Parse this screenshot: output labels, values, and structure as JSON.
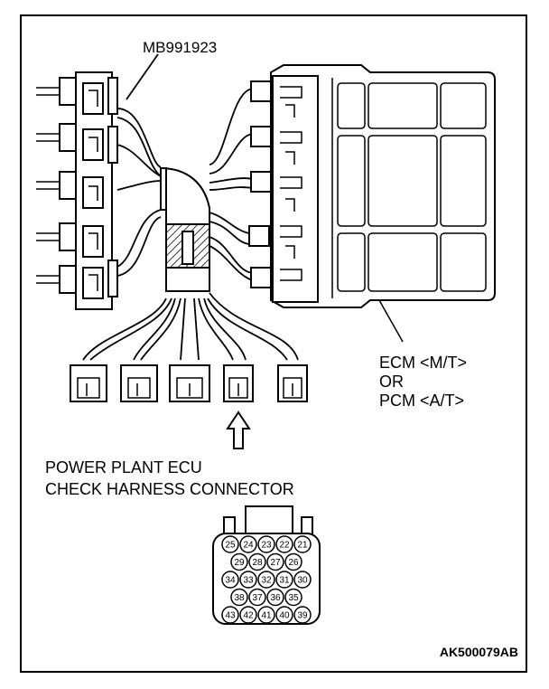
{
  "tool_label": "MB991923",
  "ecu_label": [
    "ECM <M/T>",
    "OR",
    "PCM <A/T>"
  ],
  "caption": [
    "POWER PLANT ECU",
    "CHECK HARNESS CONNECTOR"
  ],
  "pin_rows": [
    [
      "25",
      "24",
      "23",
      "22",
      "21"
    ],
    [
      "29",
      "28",
      "27",
      "26"
    ],
    [
      "34",
      "33",
      "32",
      "31",
      "30"
    ],
    [
      "38",
      "37",
      "36",
      "35"
    ],
    [
      "43",
      "42",
      "41",
      "40",
      "39"
    ]
  ],
  "ref_code": "AK500079AB"
}
